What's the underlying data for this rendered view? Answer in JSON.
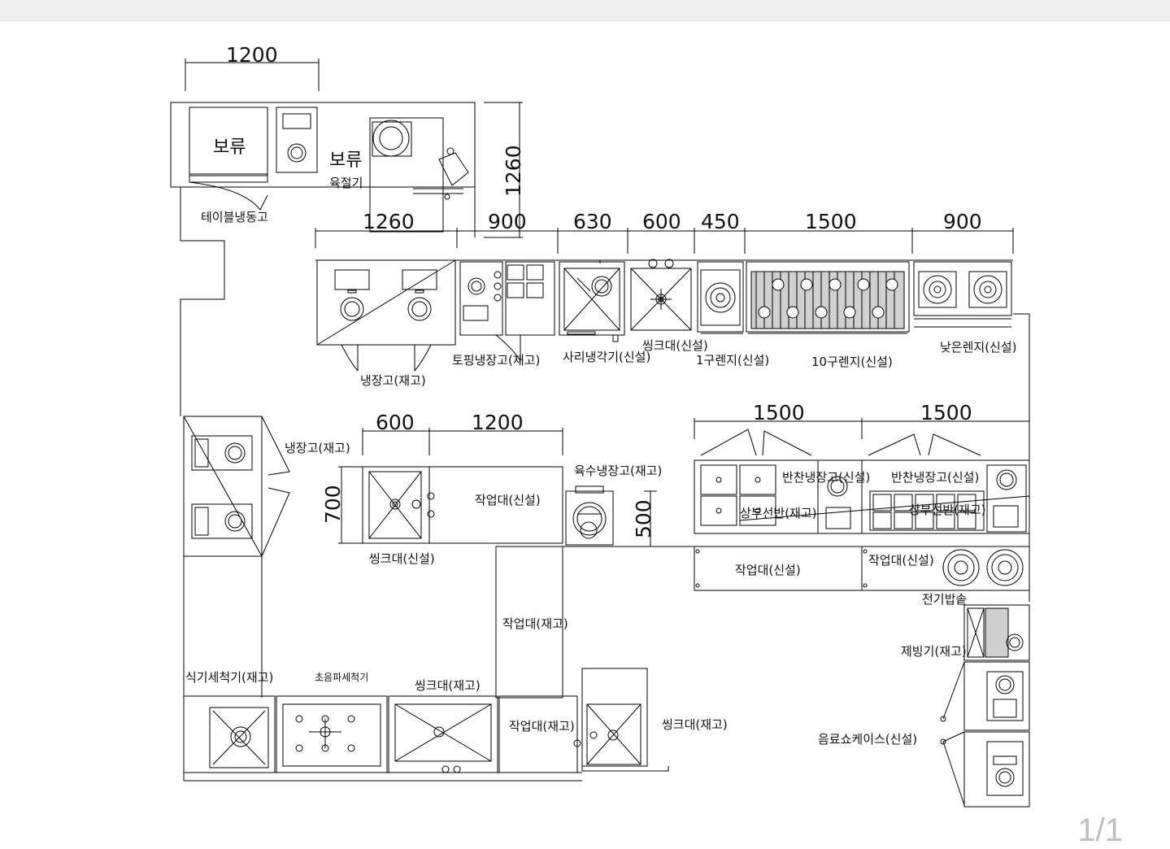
{
  "page_number": "1/1",
  "dimensions": {
    "top_1200": "1200",
    "side_1260": "1260",
    "row_1260": "1260",
    "row_900a": "900",
    "row_630": "630",
    "row_600": "600",
    "row_450": "450",
    "row_1500": "1500",
    "row_900b": "900",
    "mid_600": "600",
    "mid_1200": "1200",
    "mid_700": "700",
    "mid_500": "500",
    "right_1500a": "1500",
    "right_1500b": "1500"
  },
  "labels": {
    "hold1": "보류",
    "hold2": "보류",
    "meat_slicer": "육절기",
    "table_freezer": "테이블냉동고",
    "fridge_top": "냉장고(재고)",
    "topping_fridge": "토핑냉장고(재고)",
    "sari_cooler": "사리냉각기(신설)",
    "sink_top": "씽크대(신설)",
    "burner1": "1구렌지(신설)",
    "burner10": "10구렌지(신설)",
    "low_range": "낮은렌지(신설)",
    "fridge_left": "냉장고(재고)",
    "sink_mid": "씽크대(신설)",
    "worktable_mid": "작업대(신설)",
    "broth_fridge": "육수냉장고(재고)",
    "side_fridge1": "반찬냉장고(신설)",
    "side_fridge2": "반찬냉장고(신설)",
    "shelf1": "상부선반(재고)",
    "shelf2": "상부선반(재고)",
    "worktable_r1": "작업대(신설)",
    "worktable_r2": "작업대(신설)",
    "rice_cooker": "전기밥솥",
    "worktable_v": "작업대(재고)",
    "ice_maker": "제빙기(재고)",
    "dishwasher": "식기세척기(재고)",
    "ultrasonic": "초음파세척기",
    "sink_bottom": "씽크대(재고)",
    "worktable_bottom": "작업대(재고)",
    "sink_bottom_r": "씽크대(재고)",
    "drink_showcase": "음료쇼케이스(신설)"
  }
}
